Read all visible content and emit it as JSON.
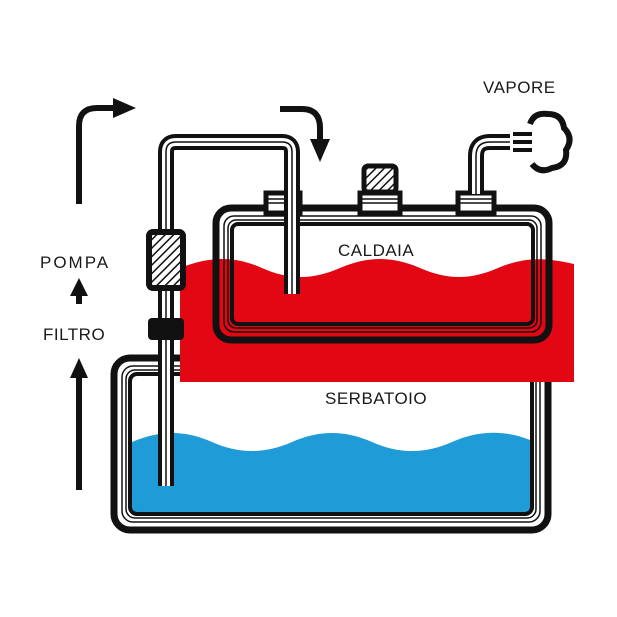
{
  "labels": {
    "vapore": "VAPORE",
    "caldaia": "CALDAIA",
    "serbatoio": "SERBATOIO",
    "pompa": "POMPA",
    "filtro": "FILTRO"
  },
  "colors": {
    "outline": "#111111",
    "boiler_water": "#e30613",
    "tank_water": "#1f9bd7",
    "background": "#ffffff"
  },
  "icons": [
    "steam-cloud-icon",
    "arrow-right-icon",
    "arrow-down-icon",
    "arrow-up-icon"
  ]
}
